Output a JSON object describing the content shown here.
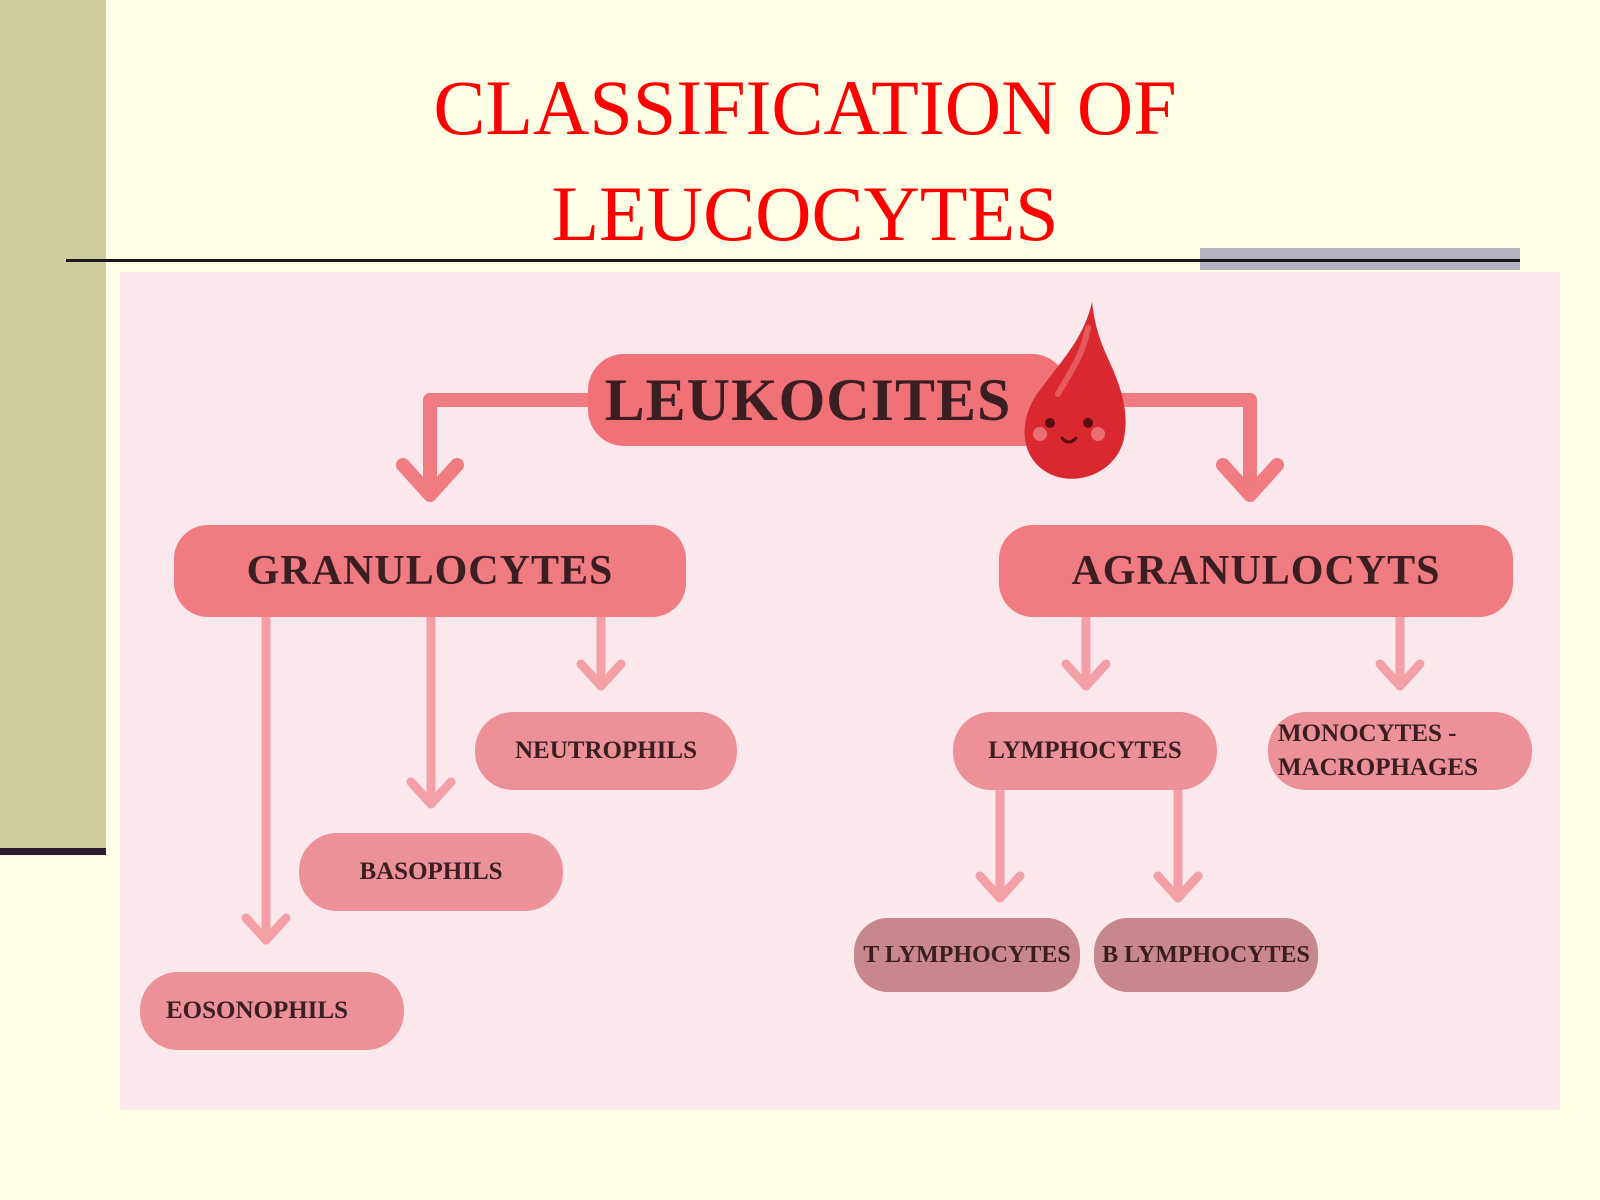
{
  "slide": {
    "title_line1": "CLASSIFICATION OF",
    "title_line2": "LEUCOCYTES"
  },
  "diagram": {
    "root": "LEUKOCITES",
    "granulocytes": {
      "label": "GRANULOCYTES",
      "children": [
        "NEUTROPHILS",
        "BASOPHILS",
        "EOSONOPHILS"
      ]
    },
    "agranulocytes": {
      "label": "AGRANULOCYTS",
      "lymphocytes": {
        "label": "LYMPHOCYTES",
        "children": [
          "T LYMPHOCYTES",
          "B LYMPHOCYTES"
        ]
      },
      "monocytes": {
        "label_line1": "MONOCYTES -",
        "label_line2": "MACROPHAGES"
      }
    },
    "colors": {
      "connector": "#f07b80",
      "drop": "#d9282f",
      "title": "#ff0000"
    }
  }
}
